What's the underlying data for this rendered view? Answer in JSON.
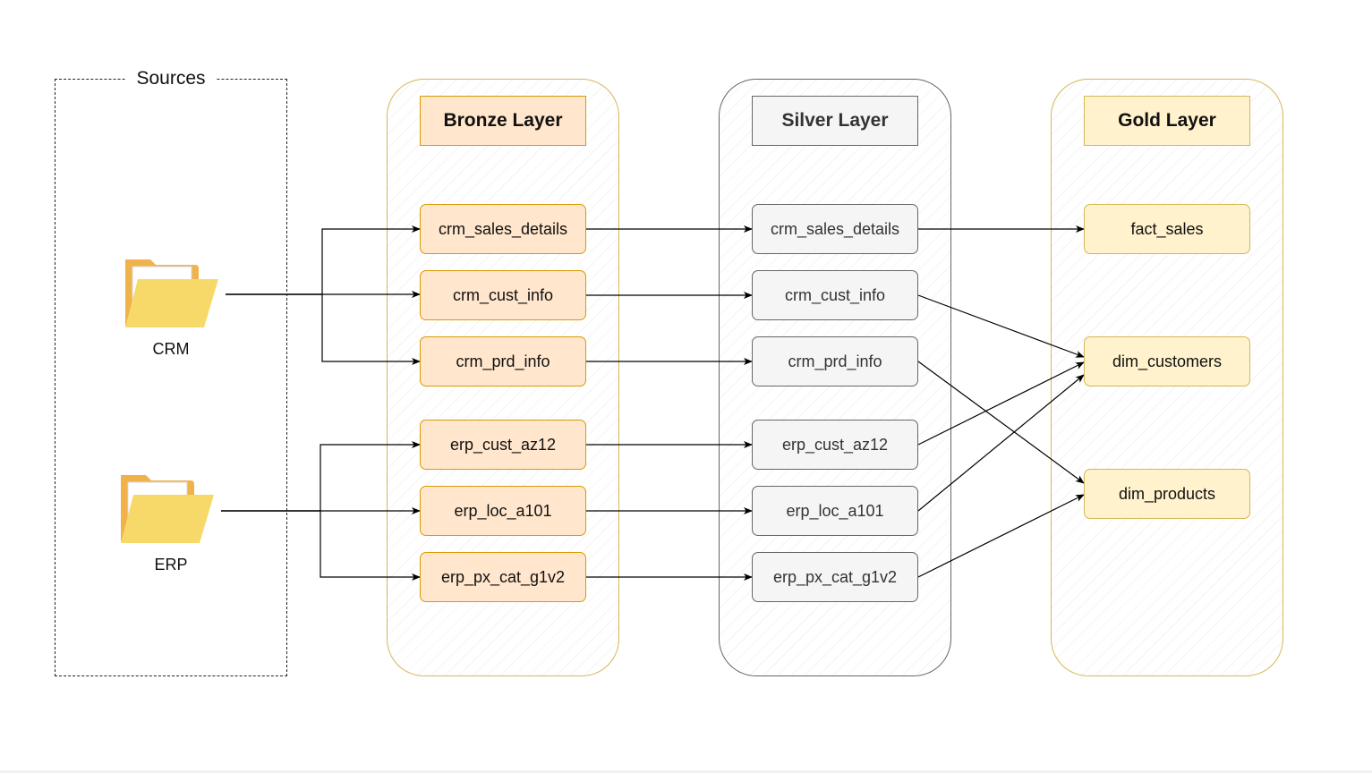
{
  "sources": {
    "title": "Sources",
    "items": [
      {
        "label": "CRM",
        "icon": "folder-icon"
      },
      {
        "label": "ERP",
        "icon": "folder-icon"
      }
    ]
  },
  "layers": [
    {
      "title": "Bronze Layer",
      "tables": [
        "crm_sales_details",
        "crm_cust_info",
        "crm_prd_info",
        "erp_cust_az12",
        "erp_loc_a101",
        "erp_px_cat_g1v2"
      ]
    },
    {
      "title": "Silver Layer",
      "tables": [
        "crm_sales_details",
        "crm_cust_info",
        "crm_prd_info",
        "erp_cust_az12",
        "erp_loc_a101",
        "erp_px_cat_g1v2"
      ]
    },
    {
      "title": "Gold Layer",
      "tables": [
        "fact_sales",
        "dim_customers",
        "dim_products"
      ]
    }
  ],
  "flows": [
    {
      "from": "CRM",
      "to": "bronze.crm_sales_details"
    },
    {
      "from": "CRM",
      "to": "bronze.crm_cust_info"
    },
    {
      "from": "CRM",
      "to": "bronze.crm_prd_info"
    },
    {
      "from": "ERP",
      "to": "bronze.erp_cust_az12"
    },
    {
      "from": "ERP",
      "to": "bronze.erp_loc_a101"
    },
    {
      "from": "ERP",
      "to": "bronze.erp_px_cat_g1v2"
    },
    {
      "from": "bronze.crm_sales_details",
      "to": "silver.crm_sales_details"
    },
    {
      "from": "bronze.crm_cust_info",
      "to": "silver.crm_cust_info"
    },
    {
      "from": "bronze.crm_prd_info",
      "to": "silver.crm_prd_info"
    },
    {
      "from": "bronze.erp_cust_az12",
      "to": "silver.erp_cust_az12"
    },
    {
      "from": "bronze.erp_loc_a101",
      "to": "silver.erp_loc_a101"
    },
    {
      "from": "bronze.erp_px_cat_g1v2",
      "to": "silver.erp_px_cat_g1v2"
    },
    {
      "from": "silver.crm_sales_details",
      "to": "gold.fact_sales"
    },
    {
      "from": "silver.crm_cust_info",
      "to": "gold.dim_customers"
    },
    {
      "from": "silver.erp_cust_az12",
      "to": "gold.dim_customers"
    },
    {
      "from": "silver.erp_loc_a101",
      "to": "gold.dim_customers"
    },
    {
      "from": "silver.crm_prd_info",
      "to": "gold.dim_products"
    },
    {
      "from": "silver.erp_px_cat_g1v2",
      "to": "gold.dim_products"
    }
  ],
  "colors": {
    "bronze_fill": "#ffe6cc",
    "bronze_border": "#d79b00",
    "silver_fill": "#f5f5f5",
    "silver_border": "#666666",
    "gold_fill": "#fff2cc",
    "gold_border": "#d6b656",
    "connector": "#000000",
    "folder_front": "#f7d96a",
    "folder_back": "#f0b24a"
  }
}
